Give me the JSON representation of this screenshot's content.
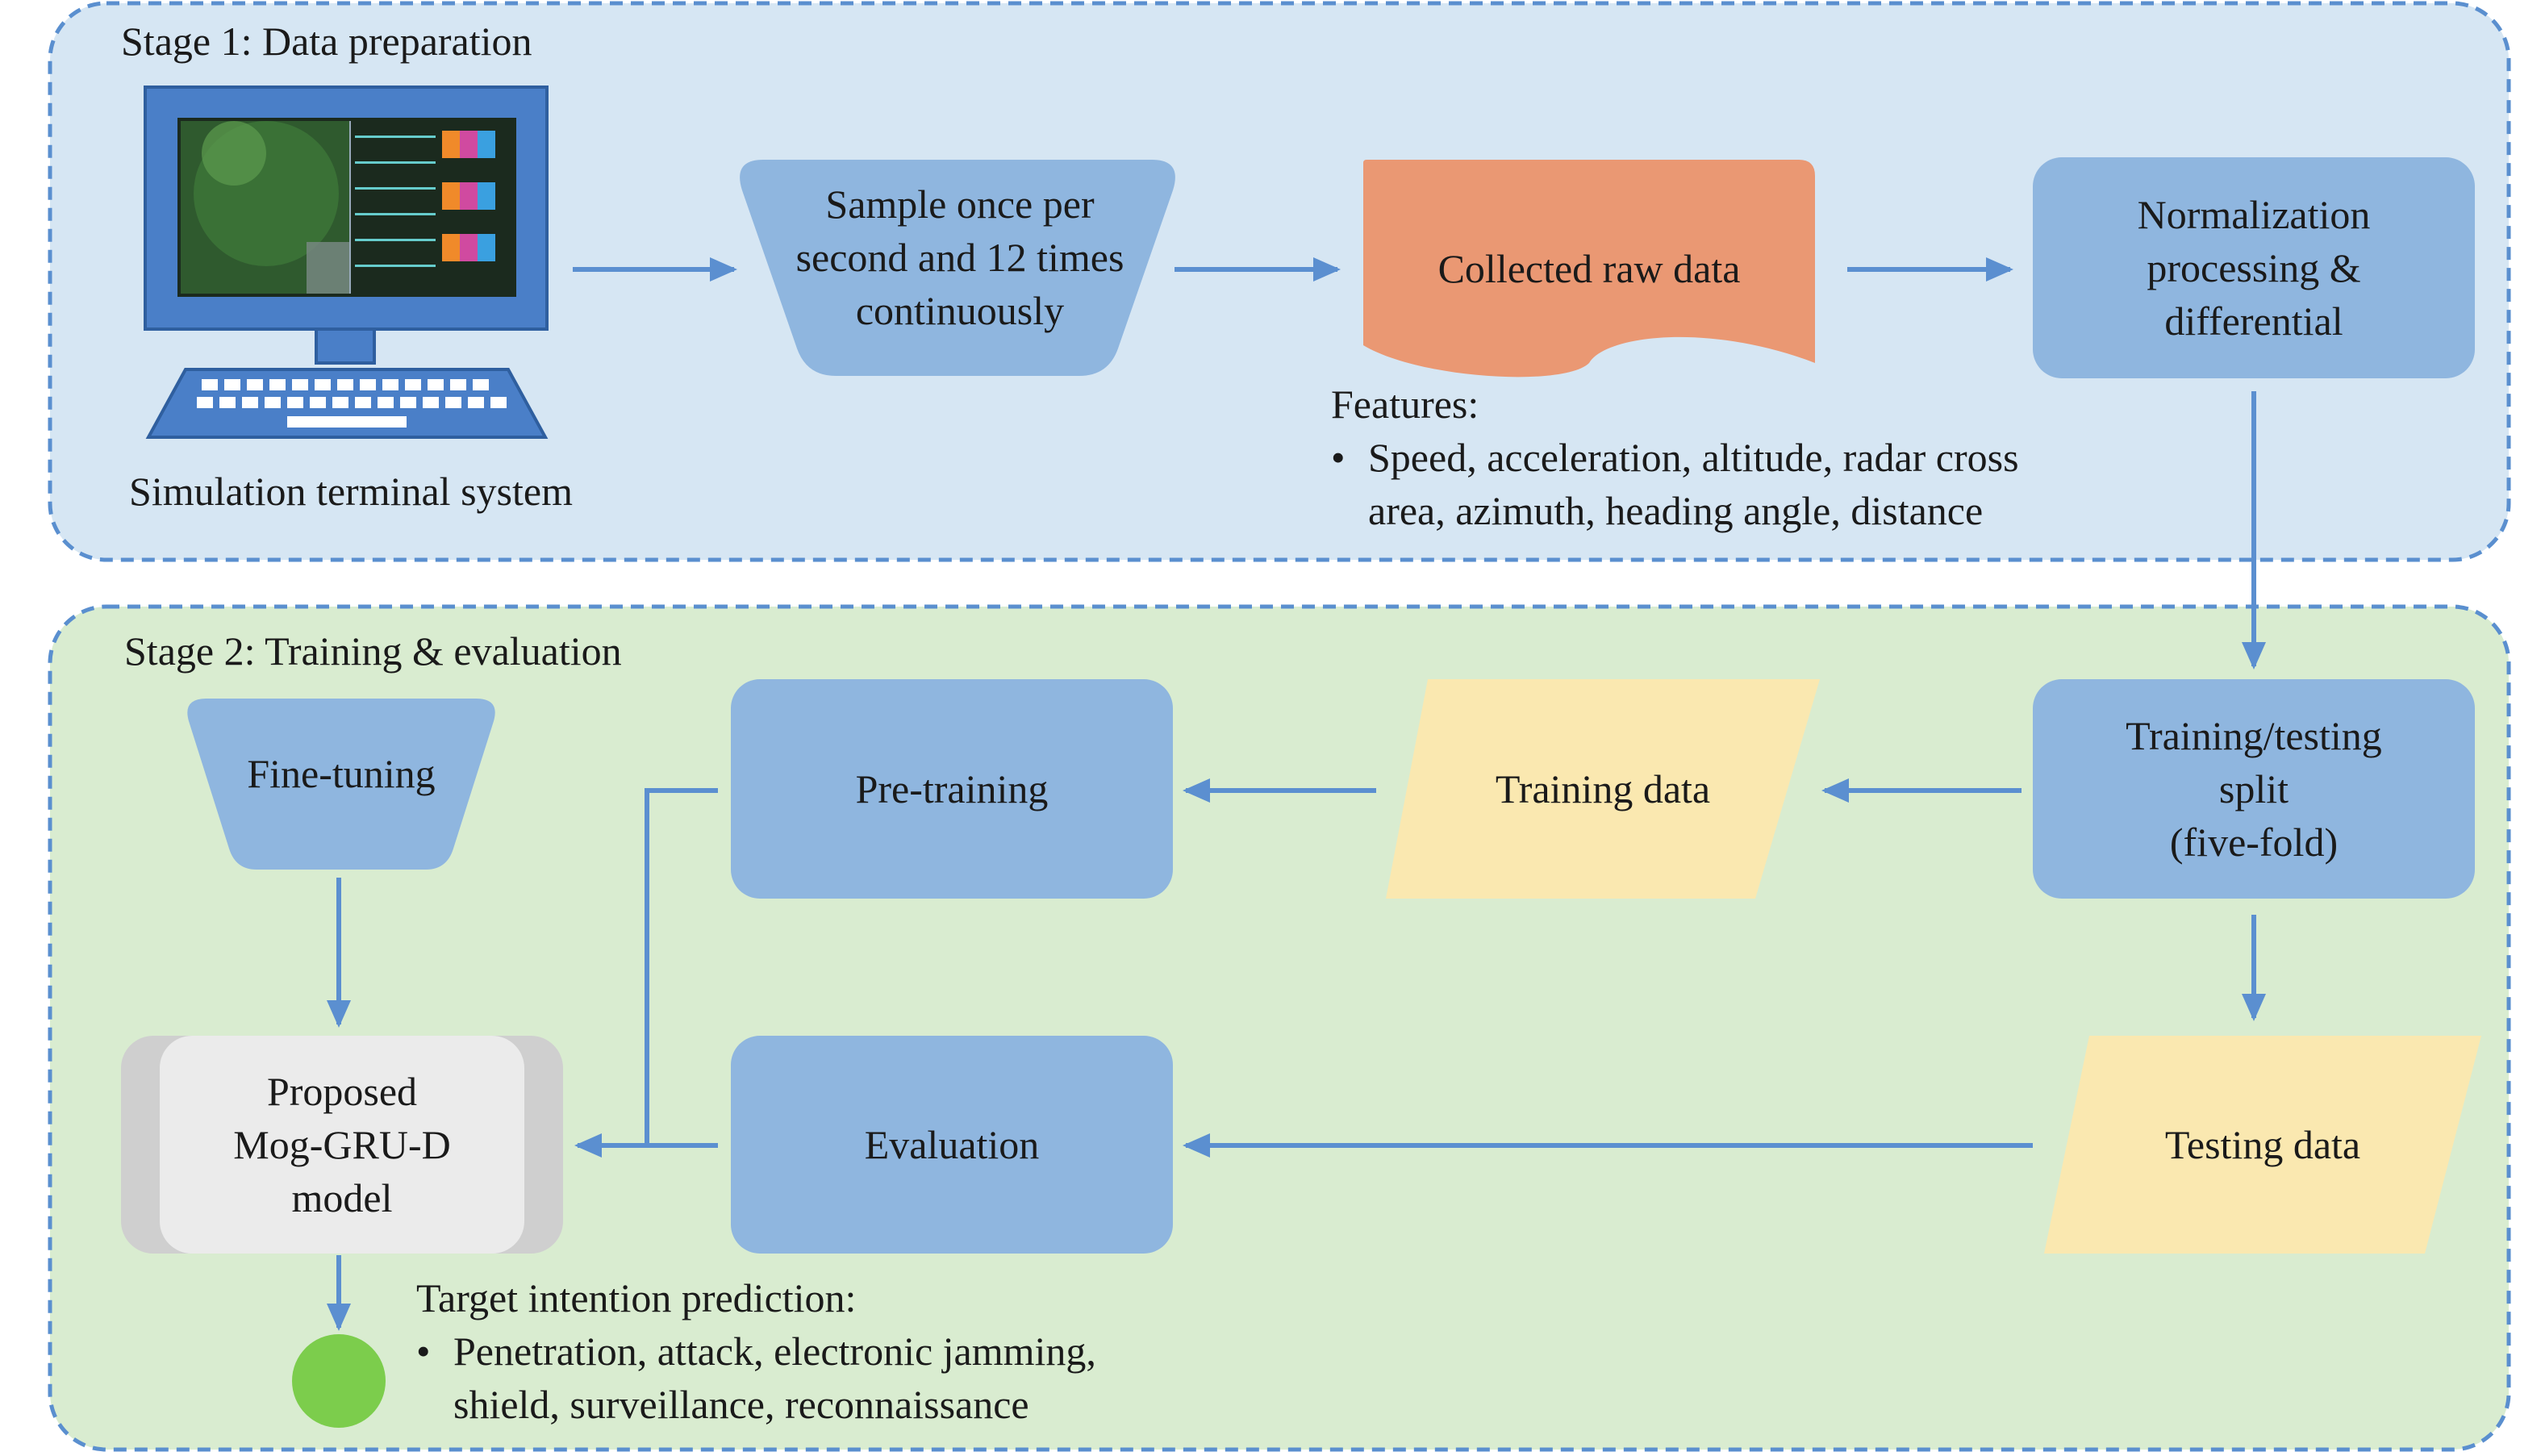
{
  "stage1": {
    "title": "Stage 1: Data preparation",
    "terminal_label": "Simulation terminal system",
    "sample_lines": [
      "Sample once per",
      "second and 12 times",
      "continuously"
    ],
    "raw_data": "Collected raw data",
    "normalization_lines": [
      "Normalization",
      "processing &",
      "differential"
    ],
    "features_heading": "Features:",
    "features_lines": [
      "Speed, acceleration, altitude, radar cross",
      "area, azimuth, heading angle, distance"
    ]
  },
  "stage2": {
    "title": "Stage 2: Training & evaluation",
    "fine_tuning": "Fine-tuning",
    "pre_training": "Pre-training",
    "training_data": "Training data",
    "split_lines": [
      "Training/testing",
      "split",
      "(five-fold)"
    ],
    "model_lines": [
      "Proposed",
      "Mog-GRU-D",
      "model"
    ],
    "evaluation": "Evaluation",
    "testing_data": "Testing data",
    "prediction_heading": "Target intention prediction:",
    "prediction_lines": [
      "Penetration, attack, electronic jamming,",
      "shield, surveillance, reconnaissance"
    ]
  },
  "bullet_char": "•",
  "colors": {
    "stage1_bg": "#d6e6f3",
    "stage2_bg": "#d9ecd0",
    "panel_border": "#5a8fcf",
    "box_blue": "#8fb6df",
    "raw_orange": "#ea9873",
    "data_yellow": "#fae8b0",
    "arrow": "#5b8fd0",
    "model_gray": "#cfcfcf",
    "model_light": "#ebebeb",
    "output_green": "#7ccd4c",
    "monitor_blue": "#4a7fc8"
  },
  "icons": [
    "computer-terminal-icon",
    "output-circle-icon"
  ]
}
